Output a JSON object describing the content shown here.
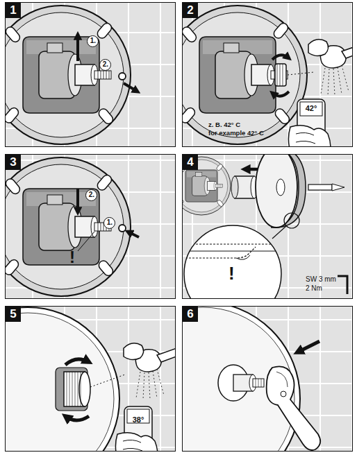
{
  "diagram": {
    "nodes": [
      {
        "text": [
          "1"
        ]
      },
      {
        "text": [
          "1."
        ],
        "in": 0
      },
      {
        "text": [
          "2."
        ],
        "in": 0
      },
      {
        "text": [
          "2"
        ]
      },
      {
        "text": [
          "3"
        ]
      },
      {
        "text": [
          "2."
        ],
        "in": 4
      },
      {
        "text": [
          "1."
        ],
        "in": 4
      },
      {
        "text": [
          "4"
        ]
      },
      {
        "text": [
          "5"
        ]
      },
      {
        "text": [
          "6"
        ]
      }
    ],
    "labels": [
      "42°",
      "z. B. 42° C",
      "for example 42° C",
      "!",
      "!",
      "SW 3 mm",
      "2 Nm",
      "38°"
    ]
  }
}
